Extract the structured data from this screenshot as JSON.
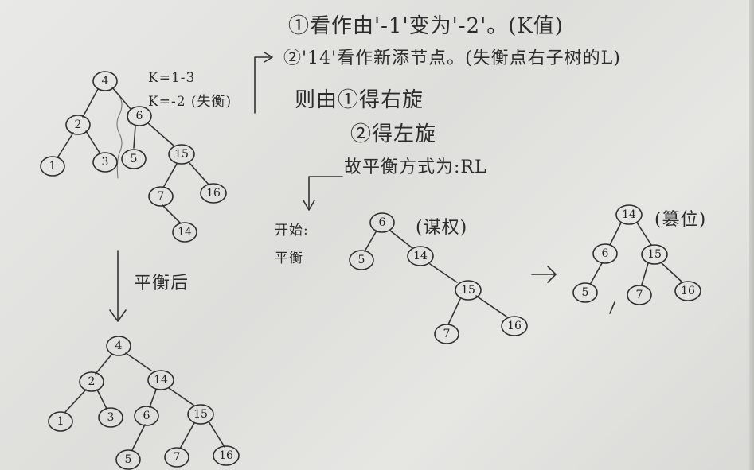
{
  "notes": {
    "line1": "①看作由'-1'变为'-2'。(K值)",
    "line2": "②'14'看作新添节点。(失衡点右子树的L)",
    "line3": "则由①得右旋",
    "line4": "②得左旋",
    "line5": "故平衡方式为:RL",
    "k_line1": "K=1-3",
    "k_line2": "K=-2 (失衡)",
    "balance_label": "平衡后",
    "start_balance_1": "开始:",
    "start_balance_2": "平衡",
    "state_a": "(谋权)",
    "state_b": "(篡位)"
  },
  "trees": {
    "original": {
      "nodes": [
        "4",
        "2",
        "6",
        "1",
        "3",
        "5",
        "15",
        "7",
        "16",
        "14"
      ]
    },
    "balanced": {
      "nodes": [
        "4",
        "2",
        "14",
        "1",
        "3",
        "6",
        "15",
        "5",
        "7",
        "16"
      ]
    },
    "step_before": {
      "nodes": [
        "6",
        "5",
        "14",
        "15",
        "7",
        "16"
      ]
    },
    "step_after": {
      "nodes": [
        "14",
        "6",
        "15",
        "5",
        "7",
        "16"
      ]
    }
  }
}
